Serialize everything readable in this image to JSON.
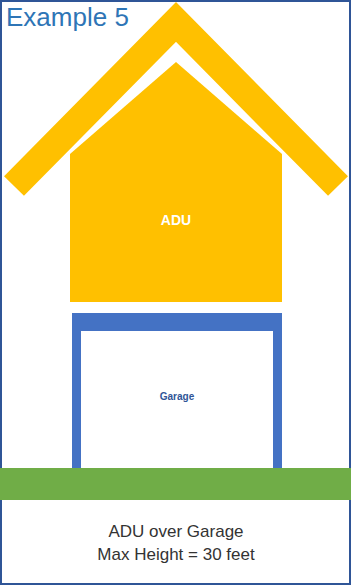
{
  "diagram": {
    "title": "Example 5",
    "caption": "ADU over Garage Max Height = 30 feet",
    "nodes": [
      {
        "text": [
          "ADU"
        ]
      },
      {
        "text": [
          "Garage"
        ]
      }
    ]
  }
}
